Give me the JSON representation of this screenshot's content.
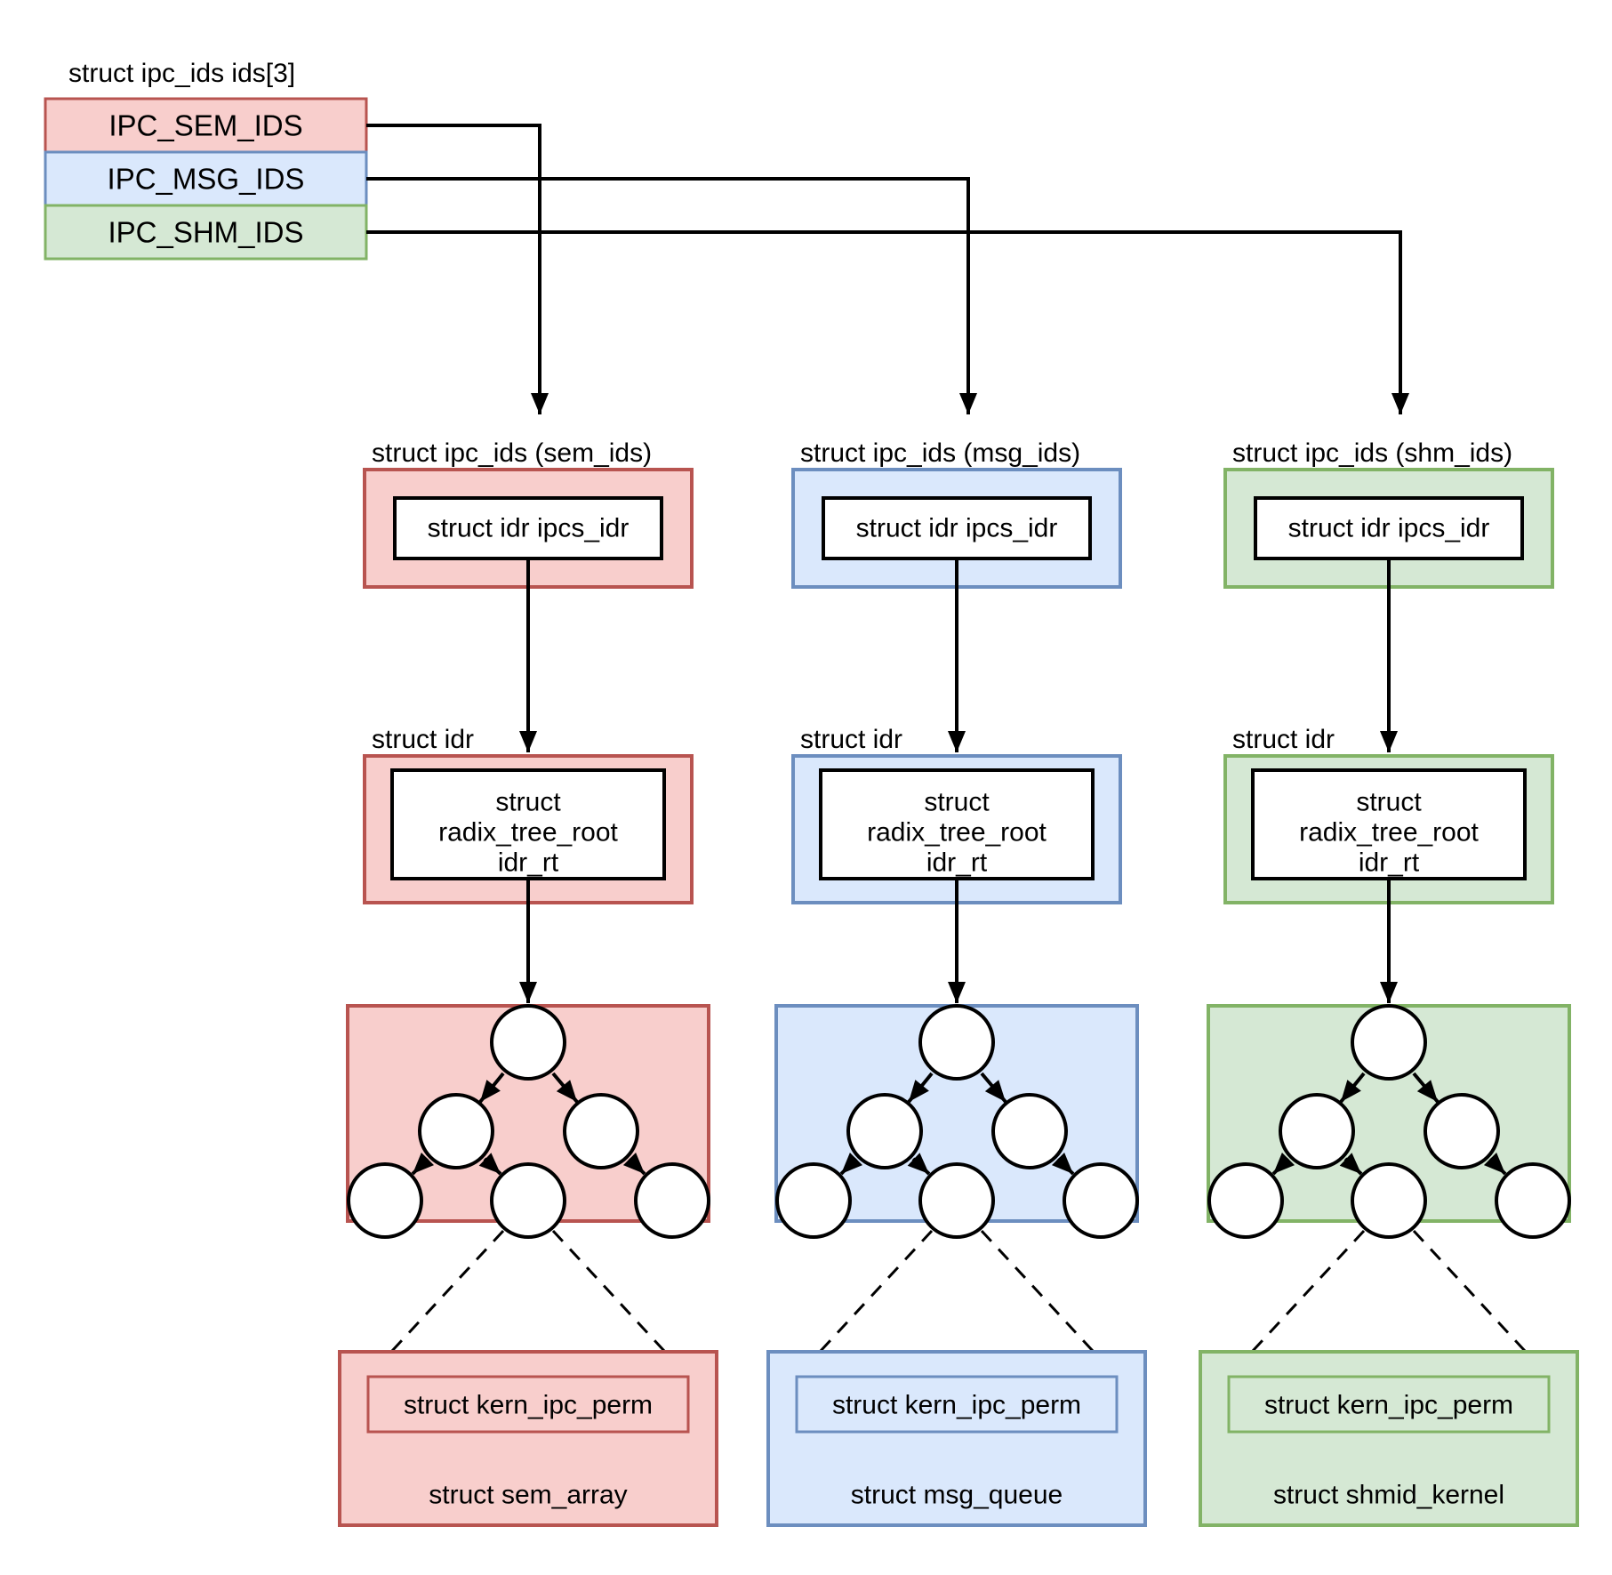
{
  "diagram": {
    "title": "struct ipc_ids ids[3]",
    "array_rows": [
      {
        "id": "sem",
        "label": "IPC_SEM_IDS",
        "color": "red"
      },
      {
        "id": "msg",
        "label": "IPC_MSG_IDS",
        "color": "blue"
      },
      {
        "id": "shm",
        "label": "IPC_SHM_IDS",
        "color": "green"
      }
    ],
    "colors": {
      "red": {
        "fill": "#f8cecc",
        "stroke": "#b85450"
      },
      "blue": {
        "fill": "#dae8fc",
        "stroke": "#6c8ebf"
      },
      "green": {
        "fill": "#d5e8d4",
        "stroke": "#82b366"
      }
    },
    "line_color": "#000000",
    "node_fill": "#ffffff",
    "columns": [
      {
        "id": "sem",
        "color": "red",
        "header": "struct ipc_ids (sem_ids)",
        "ipcs_idr_label": "struct idr ipcs_idr",
        "idr_label": "struct idr",
        "radix_lines": [
          "struct",
          "radix_tree_root",
          "idr_rt"
        ],
        "kern_ipc_perm_label": "struct kern_ipc_perm",
        "struct_label": "struct sem_array"
      },
      {
        "id": "msg",
        "color": "blue",
        "header": "struct ipc_ids (msg_ids)",
        "ipcs_idr_label": "struct idr ipcs_idr",
        "idr_label": "struct idr",
        "radix_lines": [
          "struct",
          "radix_tree_root",
          "idr_rt"
        ],
        "kern_ipc_perm_label": "struct kern_ipc_perm",
        "struct_label": "struct msg_queue"
      },
      {
        "id": "shm",
        "color": "green",
        "header": "struct ipc_ids (shm_ids)",
        "ipcs_idr_label": "struct idr ipcs_idr",
        "idr_label": "struct idr",
        "radix_lines": [
          "struct",
          "radix_tree_root",
          "idr_rt"
        ],
        "kern_ipc_perm_label": "struct kern_ipc_perm",
        "struct_label": "struct shmid_kernel"
      }
    ]
  }
}
